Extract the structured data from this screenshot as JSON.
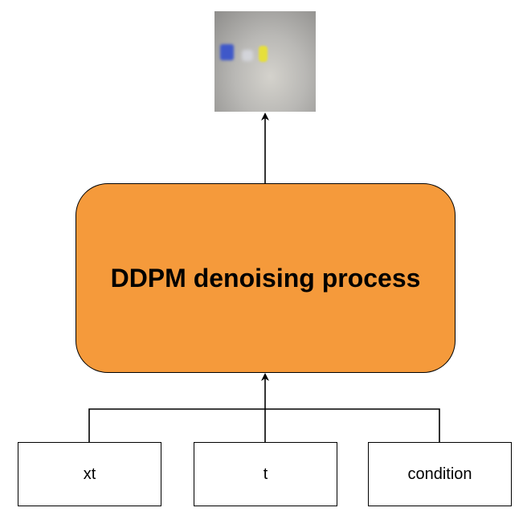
{
  "process": {
    "label": "DDPM denoising process",
    "fill": "#f59a3b"
  },
  "output_image": {
    "icon": "generated-image"
  },
  "inputs": [
    {
      "label": "xt"
    },
    {
      "label": "t"
    },
    {
      "label": "condition"
    }
  ]
}
